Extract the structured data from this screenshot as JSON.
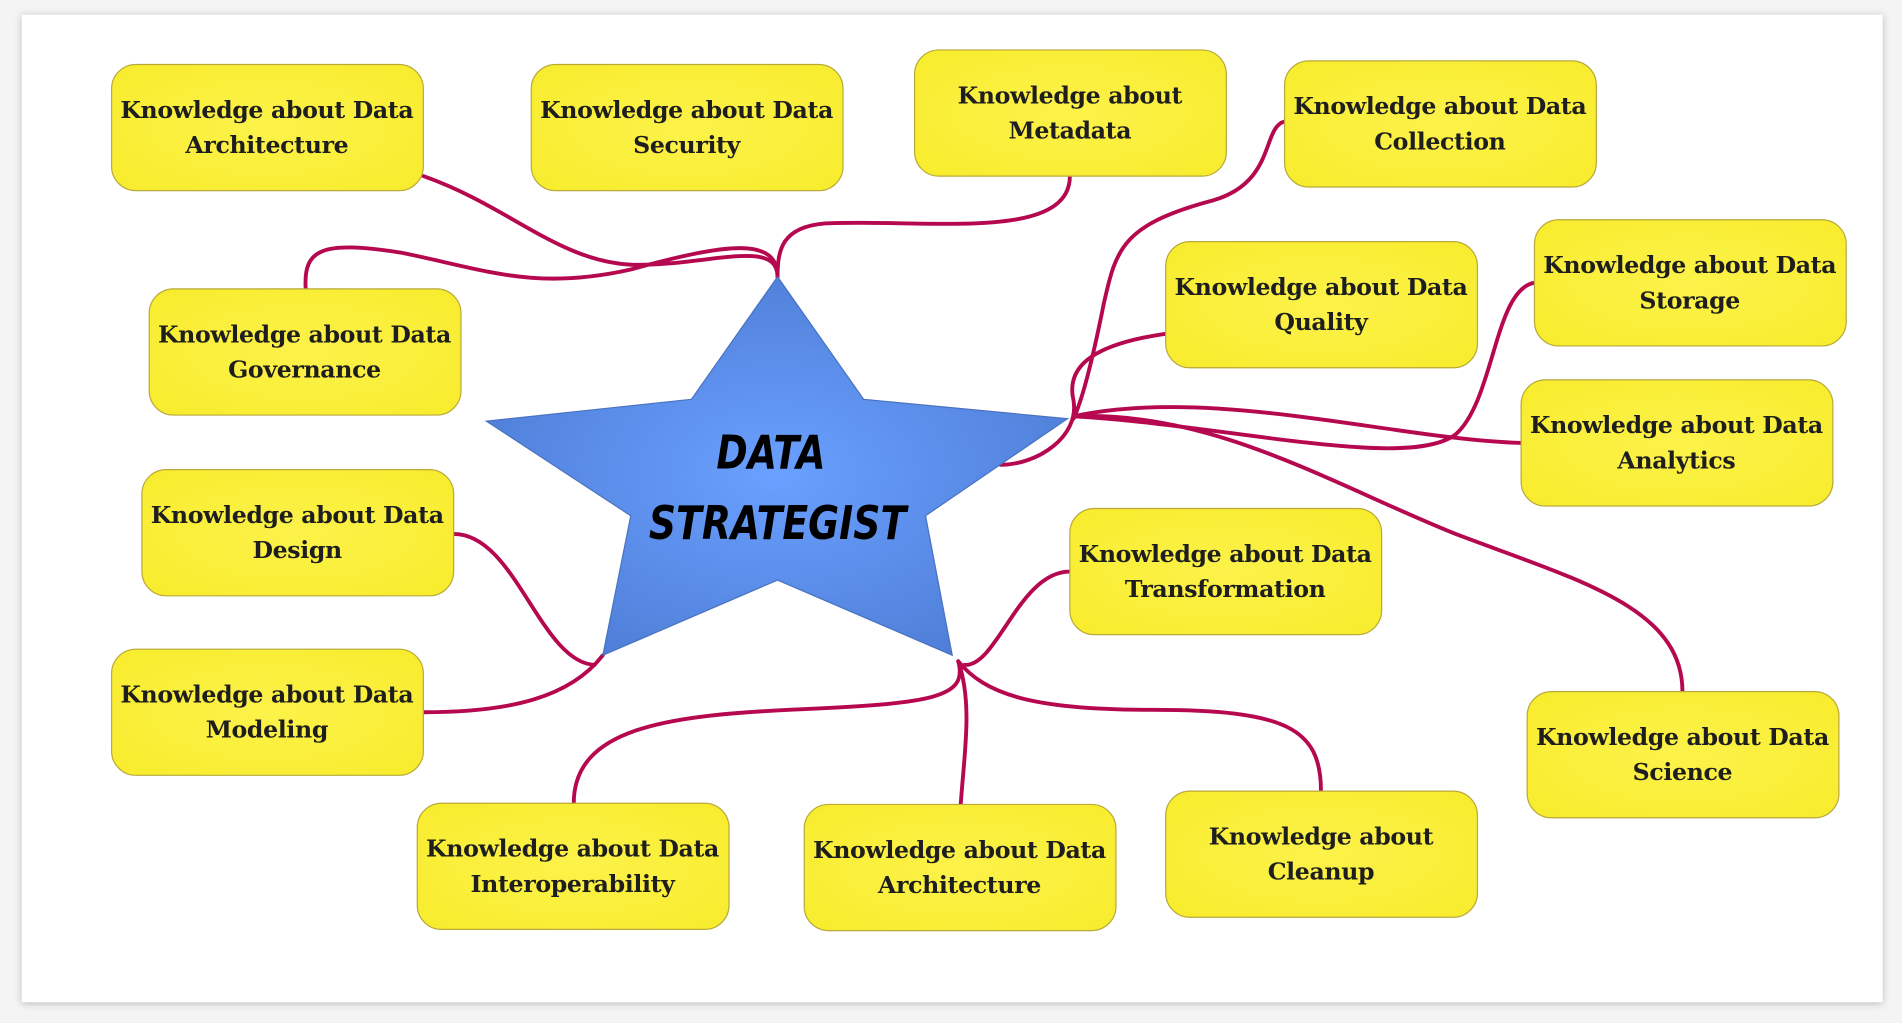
{
  "center": {
    "lines": [
      "DATA",
      "STRATEGIST"
    ]
  },
  "colors": {
    "node_fill": "#fbf03a",
    "connector": "#b5084f",
    "star": "#5b8ee8"
  },
  "nodes": [
    {
      "id": "data-architecture-top",
      "lines": [
        "Knowledge about Data",
        "Architecture"
      ]
    },
    {
      "id": "data-security",
      "lines": [
        "Knowledge about Data",
        "Security"
      ]
    },
    {
      "id": "metadata",
      "lines": [
        "Knowledge about",
        "Metadata"
      ]
    },
    {
      "id": "data-collection",
      "lines": [
        "Knowledge about Data",
        "Collection"
      ]
    },
    {
      "id": "data-governance",
      "lines": [
        "Knowledge about Data",
        "Governance"
      ]
    },
    {
      "id": "data-quality",
      "lines": [
        "Knowledge about Data",
        "Quality"
      ]
    },
    {
      "id": "data-storage",
      "lines": [
        "Knowledge about Data",
        "Storage"
      ]
    },
    {
      "id": "data-analytics",
      "lines": [
        "Knowledge about Data",
        "Analytics"
      ]
    },
    {
      "id": "data-design",
      "lines": [
        "Knowledge about Data",
        "Design"
      ]
    },
    {
      "id": "data-transformation",
      "lines": [
        "Knowledge about Data",
        "Transformation"
      ]
    },
    {
      "id": "data-science",
      "lines": [
        "Knowledge about Data",
        "Science"
      ]
    },
    {
      "id": "data-modeling",
      "lines": [
        "Knowledge about Data",
        "Modeling"
      ]
    },
    {
      "id": "data-interoperability",
      "lines": [
        "Knowledge about Data",
        "Interoperability"
      ]
    },
    {
      "id": "data-architecture-bottom",
      "lines": [
        "Knowledge about Data",
        "Architecture"
      ]
    },
    {
      "id": "cleanup",
      "lines": [
        "Knowledge about",
        "Cleanup"
      ]
    }
  ]
}
